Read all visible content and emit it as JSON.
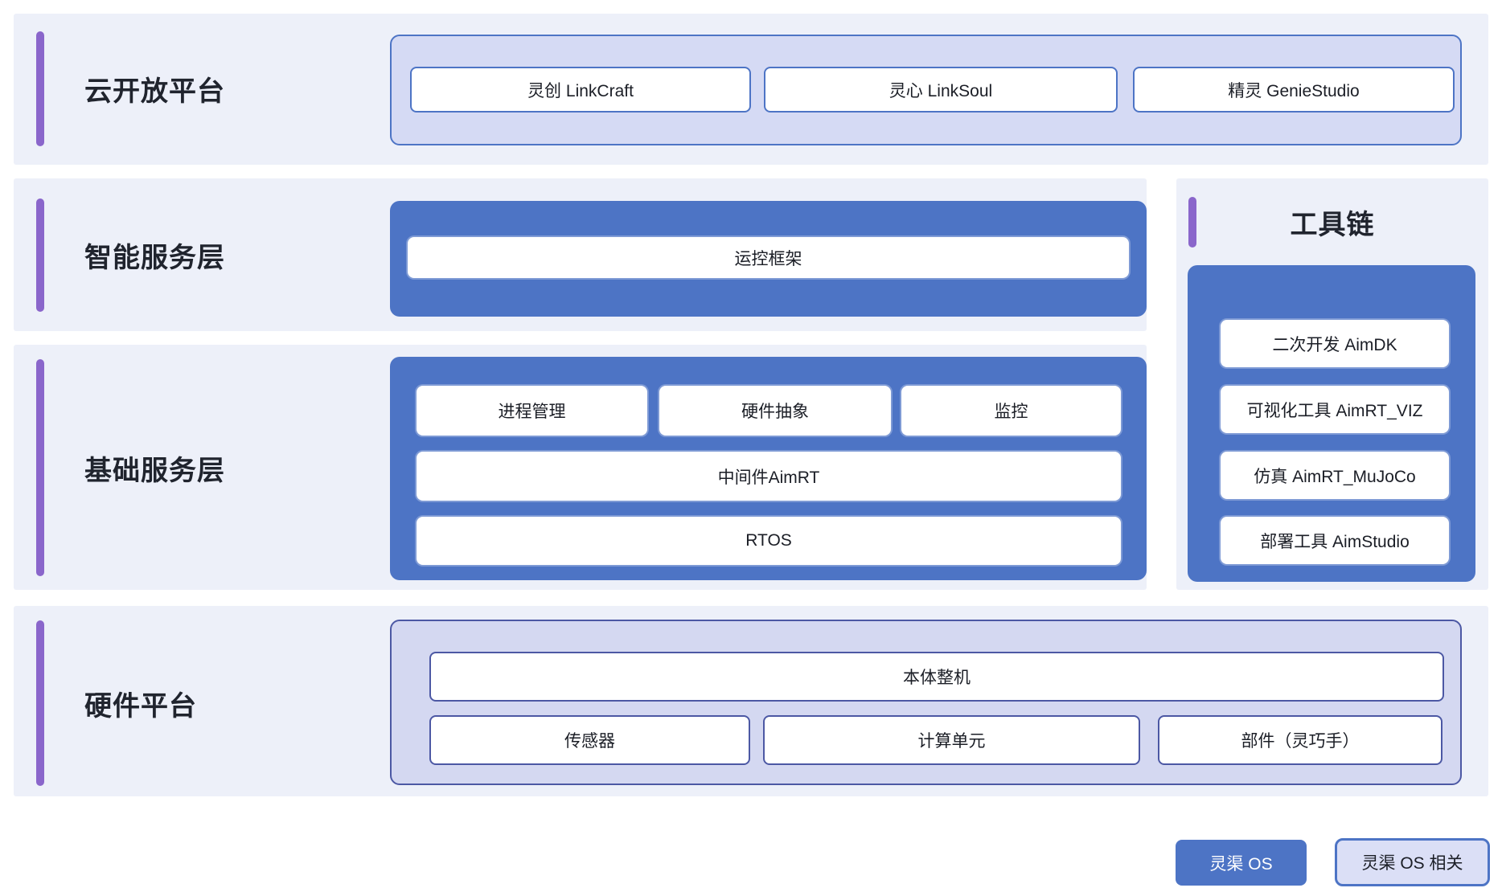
{
  "cloud": {
    "title": "云开放平台",
    "boxes": [
      "灵创 LinkCraft",
      "灵心 LinkSoul",
      "精灵 GenieStudio"
    ]
  },
  "intelligent": {
    "title": "智能服务层",
    "framework": "运控框架"
  },
  "basic": {
    "title": "基础服务层",
    "row1": [
      "进程管理",
      "硬件抽象",
      "监控"
    ],
    "middleware": "中间件AimRT",
    "rtos": "RTOS"
  },
  "hardware": {
    "title": "硬件平台",
    "body": "本体整机",
    "row": [
      "传感器",
      "计算单元",
      "部件（灵巧手）"
    ]
  },
  "toolchain": {
    "title": "工具链",
    "items": [
      "二次开发 AimDK",
      "可视化工具 AimRT_VIZ",
      "仿真 AimRT_MuJoCo",
      "部署工具 AimStudio"
    ]
  },
  "legend": {
    "os": "灵渠 OS",
    "related": "灵渠 OS 相关"
  },
  "colors": {
    "blue": "#4D74C5",
    "lavender": "#D5DAF4",
    "purple_accent": "#8A66CB",
    "section_bg": "#EDF0F9",
    "hardware_border": "#4C58A4",
    "title_text": "#20242E"
  }
}
